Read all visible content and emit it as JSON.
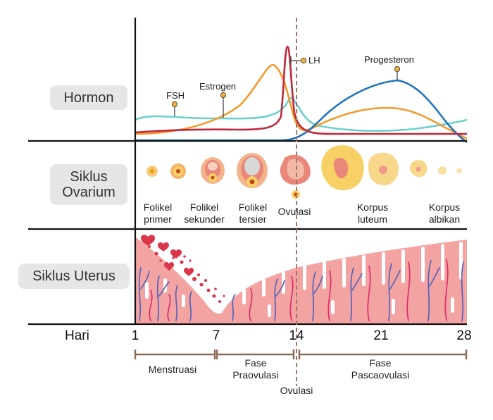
{
  "rows": {
    "hormone": "Hormon",
    "ovary_line1": "Siklus",
    "ovary_line2": "Ovarium",
    "uterus": "Siklus Uterus"
  },
  "hormones": {
    "fsh": "FSH",
    "estrogen": "Estrogen",
    "lh": "LH",
    "progesterone": "Progesteron",
    "colors": {
      "fsh": "#6ccfcf",
      "estrogen": "#f39a2c",
      "lh": "#c0283a",
      "progesterone": "#1f74bd"
    }
  },
  "follicles": [
    {
      "line1": "Folikel",
      "line2": "primer"
    },
    {
      "line1": "Folikel",
      "line2": "sekunder"
    },
    {
      "line1": "Folikel",
      "line2": "tersier"
    },
    {
      "line1": "Ovulasi",
      "line2": ""
    },
    {
      "line1": "Korpus",
      "line2": "luteum"
    },
    {
      "line1": "Korpus",
      "line2": "albikan"
    }
  ],
  "axis": {
    "label": "Hari",
    "ticks": [
      "1",
      "7",
      "14",
      "21",
      "28"
    ]
  },
  "phases": {
    "menstruation": "Menstruasi",
    "preovulatory_line1": "Fase",
    "preovulatory_line2": "Praovulasi",
    "ovulation": "Ovulasi",
    "postovulatory_line1": "Fase",
    "postovulatory_line2": "Pascaovulasi"
  },
  "colors": {
    "endometrium": "#f4a3a3",
    "vessel_blue": "#5464b8",
    "vessel_pink": "#d8306a",
    "blood": "#d9364a",
    "timeline": "#8b6a55"
  }
}
